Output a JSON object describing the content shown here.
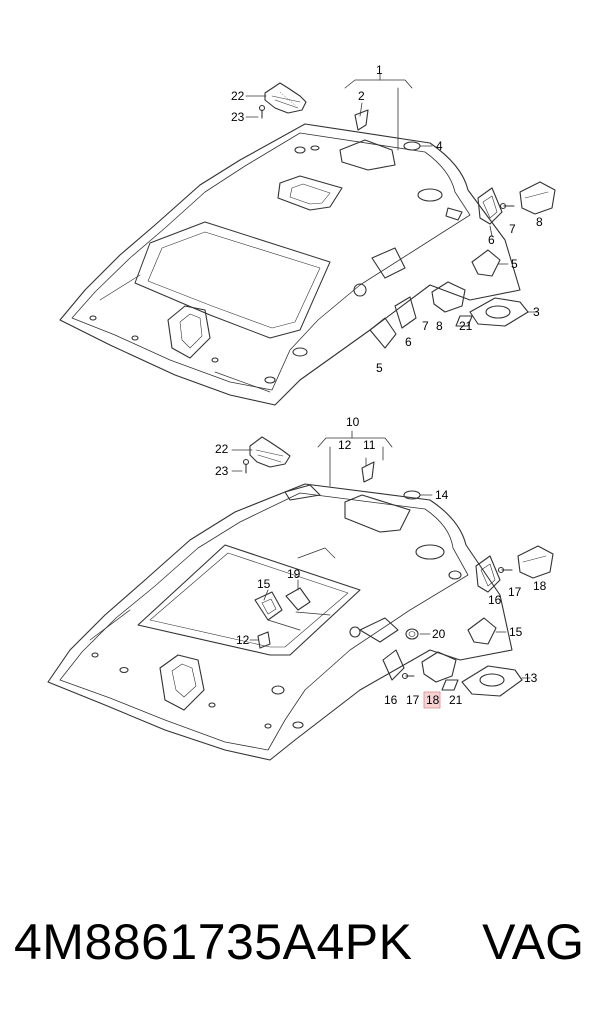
{
  "top_diagram": {
    "labels": {
      "l1": "1",
      "l2": "2",
      "l3": "3",
      "l4": "4",
      "l5a": "5",
      "l5b": "5",
      "l6a": "6",
      "l6b": "6",
      "l7a": "7",
      "l7b": "7",
      "l8a": "8",
      "l8b": "8",
      "l21": "21",
      "l22": "22",
      "l23": "23"
    }
  },
  "bottom_diagram": {
    "labels": {
      "l10": "10",
      "l11a": "11",
      "l12a": "12",
      "l12b": "12",
      "l13": "13",
      "l14": "14",
      "l15a": "15",
      "l15b": "15",
      "l16a": "16",
      "l16b": "16",
      "l17a": "17",
      "l17b": "17",
      "l18a": "18",
      "l18b": "18",
      "l19": "19",
      "l20": "20",
      "l21": "21",
      "l22": "22",
      "l23": "23"
    },
    "highlighted_label": "18"
  },
  "footer": {
    "part_number": "4M8861735A4PK",
    "brand": "VAG"
  },
  "colors": {
    "highlight": "#f6d2d2",
    "ink": "#000000"
  }
}
